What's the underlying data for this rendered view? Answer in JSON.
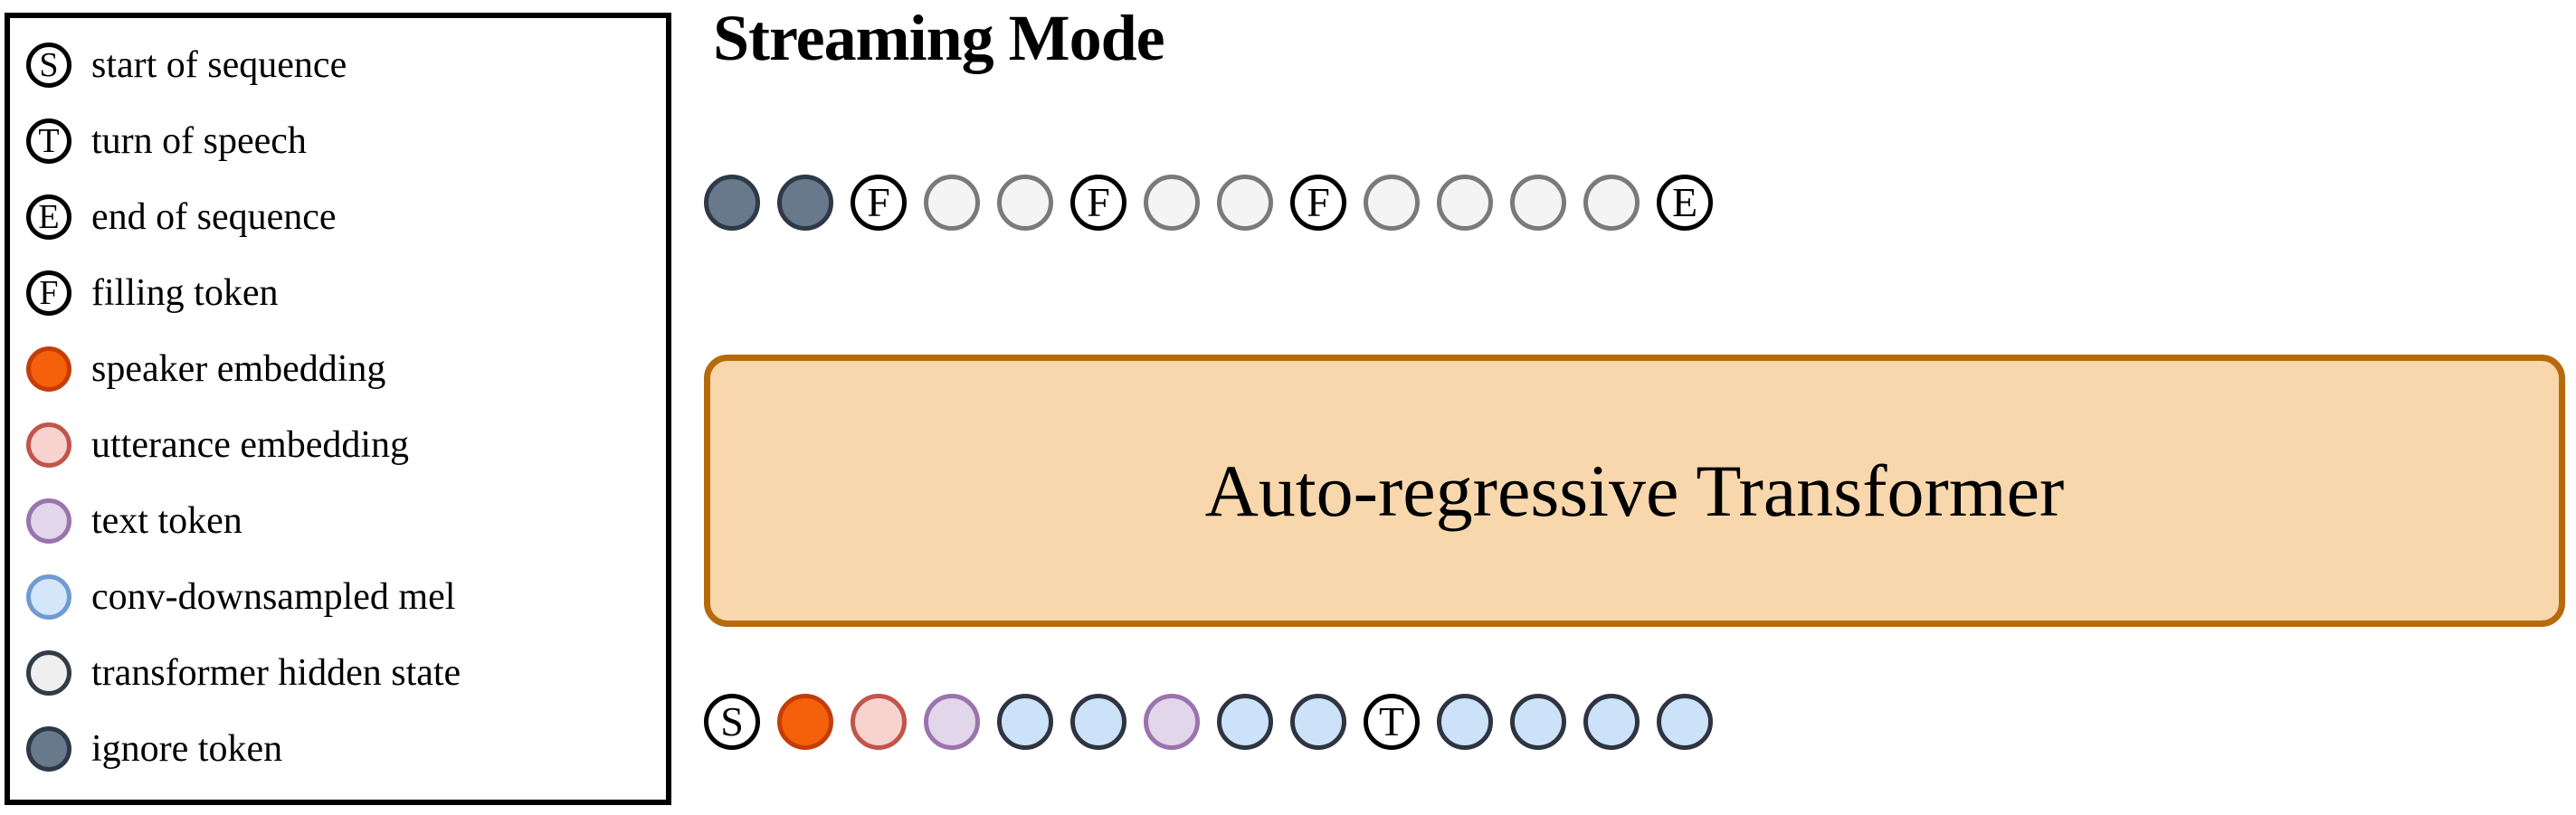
{
  "legend": {
    "items": [
      {
        "glyph": "S",
        "label": "start of sequence",
        "fill": "#ffffff",
        "border": "#000000",
        "name": "start-of-sequence"
      },
      {
        "glyph": "T",
        "label": "turn of speech",
        "fill": "#ffffff",
        "border": "#000000",
        "name": "turn-of-speech"
      },
      {
        "glyph": "E",
        "label": "end of sequence",
        "fill": "#ffffff",
        "border": "#000000",
        "name": "end-of-sequence"
      },
      {
        "glyph": "F",
        "label": "filling token",
        "fill": "#ffffff",
        "border": "#000000",
        "name": "filling-token"
      },
      {
        "glyph": "",
        "label": "speaker embedding",
        "fill": "#F4610A",
        "border": "#C43D08",
        "name": "speaker-embedding"
      },
      {
        "glyph": "",
        "label": "utterance embedding",
        "fill": "#F7D2CE",
        "border": "#C1554B",
        "name": "utterance-embedding"
      },
      {
        "glyph": "",
        "label": "text token",
        "fill": "#E2D6EA",
        "border": "#9B73AD",
        "name": "text-token"
      },
      {
        "glyph": "",
        "label": "conv-downsampled mel",
        "fill": "#D4E6F9",
        "border": "#6F9BD1",
        "name": "conv-downsampled-mel"
      },
      {
        "glyph": "",
        "label": "transformer hidden state",
        "fill": "#EFEFEF",
        "border": "#333C46",
        "name": "transformer-hidden-state"
      },
      {
        "glyph": "",
        "label": "ignore token",
        "fill": "#68798C",
        "border": "#2E3947",
        "name": "ignore-token"
      }
    ]
  },
  "diagram": {
    "title": "Streaming Mode",
    "transformer_label": "Auto-regressive Transformer",
    "transformer_fill": "#F8D7AC",
    "transformer_border": "#B76A0C",
    "top_row": [
      {
        "glyph": "",
        "kind": "ignore-token",
        "fill": "#68798C",
        "border": "#2E3947"
      },
      {
        "glyph": "",
        "kind": "ignore-token",
        "fill": "#68798C",
        "border": "#2E3947"
      },
      {
        "glyph": "F",
        "kind": "filling-token",
        "fill": "#ffffff",
        "border": "#000000"
      },
      {
        "glyph": "",
        "kind": "transformer-hidden-state",
        "fill": "#F4F4F4",
        "border": "#7A7A7A"
      },
      {
        "glyph": "",
        "kind": "transformer-hidden-state",
        "fill": "#F4F4F4",
        "border": "#7A7A7A"
      },
      {
        "glyph": "F",
        "kind": "filling-token",
        "fill": "#ffffff",
        "border": "#000000"
      },
      {
        "glyph": "",
        "kind": "transformer-hidden-state",
        "fill": "#F4F4F4",
        "border": "#7A7A7A"
      },
      {
        "glyph": "",
        "kind": "transformer-hidden-state",
        "fill": "#F4F4F4",
        "border": "#7A7A7A"
      },
      {
        "glyph": "F",
        "kind": "filling-token",
        "fill": "#ffffff",
        "border": "#000000"
      },
      {
        "glyph": "",
        "kind": "transformer-hidden-state",
        "fill": "#F4F4F4",
        "border": "#7A7A7A"
      },
      {
        "glyph": "",
        "kind": "transformer-hidden-state",
        "fill": "#F4F4F4",
        "border": "#7A7A7A"
      },
      {
        "glyph": "",
        "kind": "transformer-hidden-state",
        "fill": "#F4F4F4",
        "border": "#7A7A7A"
      },
      {
        "glyph": "",
        "kind": "transformer-hidden-state",
        "fill": "#F4F4F4",
        "border": "#7A7A7A"
      },
      {
        "glyph": "E",
        "kind": "end-of-sequence",
        "fill": "#ffffff",
        "border": "#000000"
      }
    ],
    "bottom_row": [
      {
        "glyph": "S",
        "kind": "start-of-sequence",
        "fill": "#ffffff",
        "border": "#000000"
      },
      {
        "glyph": "",
        "kind": "speaker-embedding",
        "fill": "#F4610A",
        "border": "#C43D08"
      },
      {
        "glyph": "",
        "kind": "utterance-embedding",
        "fill": "#F7D2CE",
        "border": "#C1554B"
      },
      {
        "glyph": "",
        "kind": "text-token",
        "fill": "#E2D6EA",
        "border": "#9B73AD"
      },
      {
        "glyph": "",
        "kind": "conv-downsampled-mel",
        "fill": "#CCE2F8",
        "border": "#2E3440"
      },
      {
        "glyph": "",
        "kind": "conv-downsampled-mel",
        "fill": "#CCE2F8",
        "border": "#2E3440"
      },
      {
        "glyph": "",
        "kind": "text-token",
        "fill": "#E2D6EA",
        "border": "#9B73AD"
      },
      {
        "glyph": "",
        "kind": "conv-downsampled-mel",
        "fill": "#CCE2F8",
        "border": "#2E3440"
      },
      {
        "glyph": "",
        "kind": "conv-downsampled-mel",
        "fill": "#CCE2F8",
        "border": "#2E3440"
      },
      {
        "glyph": "T",
        "kind": "turn-of-speech",
        "fill": "#ffffff",
        "border": "#000000"
      },
      {
        "glyph": "",
        "kind": "conv-downsampled-mel",
        "fill": "#CCE2F8",
        "border": "#2E3440"
      },
      {
        "glyph": "",
        "kind": "conv-downsampled-mel",
        "fill": "#CCE2F8",
        "border": "#2E3440"
      },
      {
        "glyph": "",
        "kind": "conv-downsampled-mel",
        "fill": "#CCE2F8",
        "border": "#2E3440"
      },
      {
        "glyph": "",
        "kind": "conv-downsampled-mel",
        "fill": "#CCE2F8",
        "border": "#2E3440"
      }
    ]
  }
}
